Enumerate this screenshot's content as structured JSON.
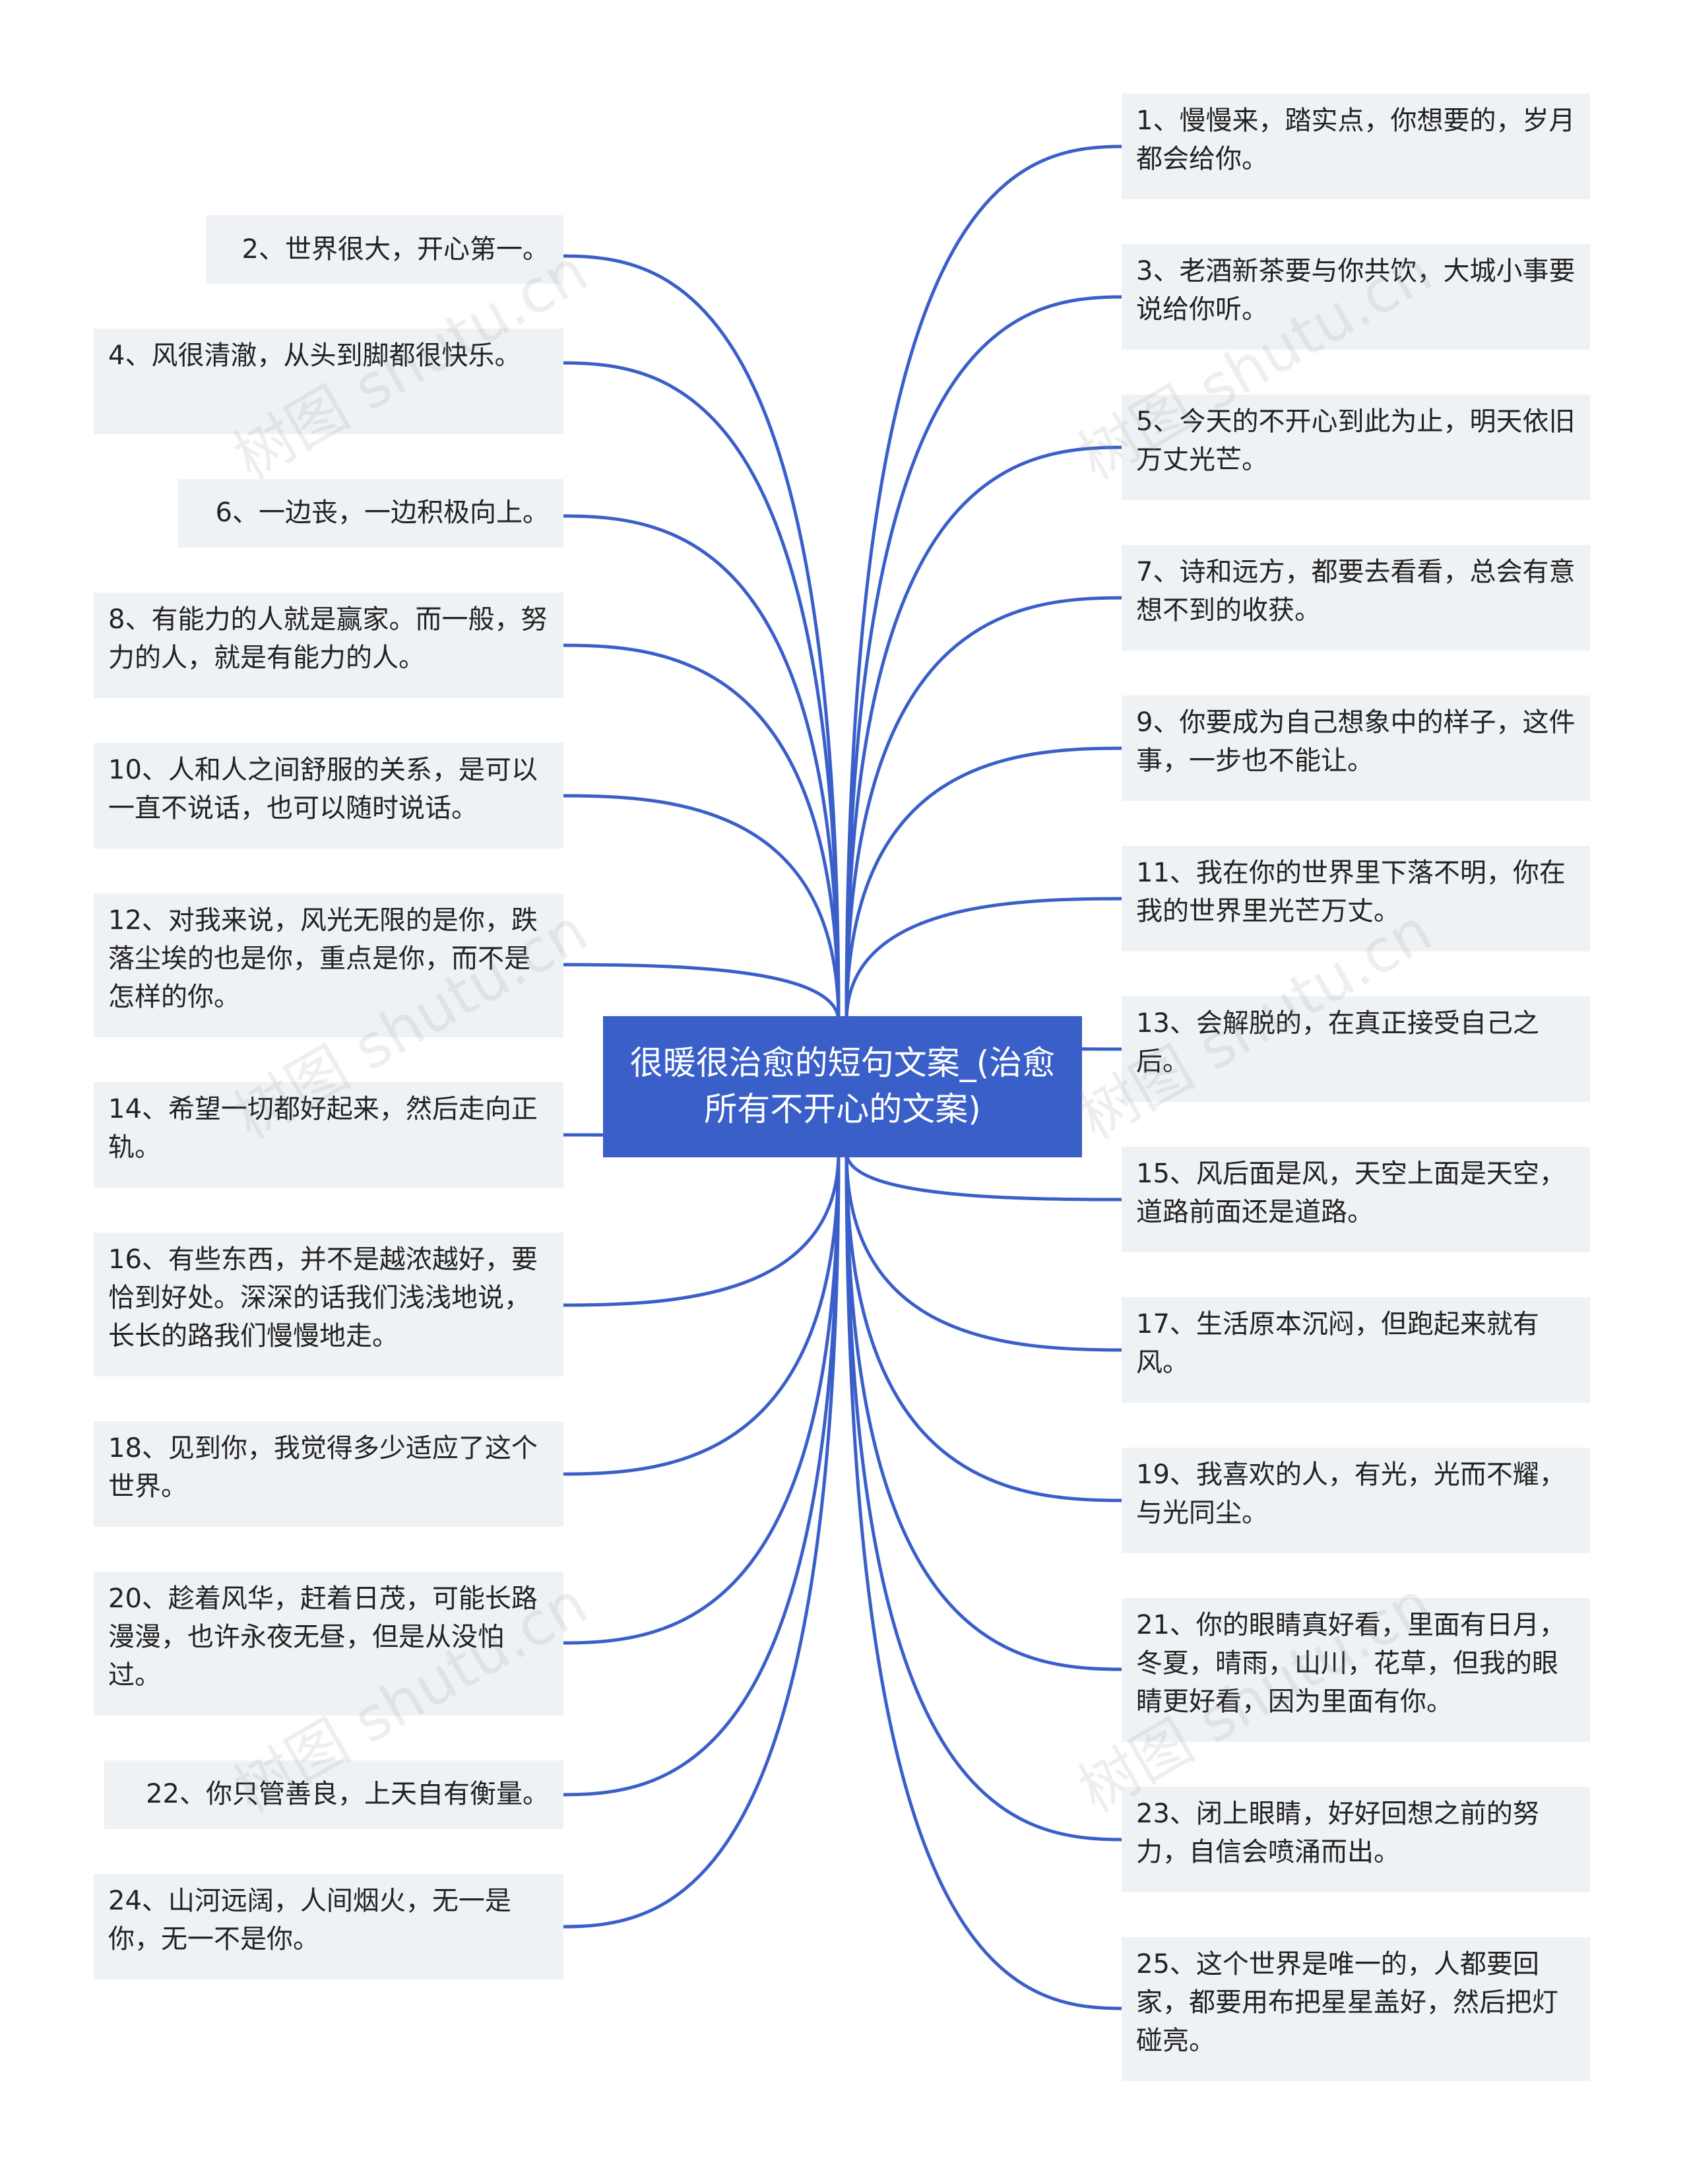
{
  "center": {
    "text": "很暖很治愈的短句文案_(治愈所有不开心的文案)"
  },
  "left_nodes": [
    {
      "label": "2、世界很大，开心第一。"
    },
    {
      "label": "4、风很清澈，从头到脚都很快乐。"
    },
    {
      "label": "6、一边丧，一边积极向上。"
    },
    {
      "label": "8、有能力的人就是赢家。而一般，努力的人，就是有能力的人。"
    },
    {
      "label": "10、人和人之间舒服的关系，是可以一直不说话，也可以随时说话。"
    },
    {
      "label": "12、对我来说，风光无限的是你，跌落尘埃的也是你，重点是你，而不是怎样的你。"
    },
    {
      "label": "14、希望一切都好起来，然后走向正轨。"
    },
    {
      "label": "16、有些东西，并不是越浓越好，要恰到好处。深深的话我们浅浅地说，长长的路我们慢慢地走。"
    },
    {
      "label": "18、见到你，我觉得多少适应了这个世界。"
    },
    {
      "label": "20、趁着风华，赶着日茂，可能长路漫漫，也许永夜无昼，但是从没怕过。"
    },
    {
      "label": "22、你只管善良，上天自有衡量。"
    },
    {
      "label": "24、山河远阔，人间烟火，无一是你，无一不是你。"
    }
  ],
  "right_nodes": [
    {
      "label": "1、慢慢来，踏实点，你想要的，岁月都会给你。"
    },
    {
      "label": "3、老酒新茶要与你共饮，大城小事要说给你听。"
    },
    {
      "label": "5、今天的不开心到此为止，明天依旧万丈光芒。"
    },
    {
      "label": "7、诗和远方，都要去看看，总会有意想不到的收获。"
    },
    {
      "label": "9、你要成为自己想象中的样子，这件事，一步也不能让。"
    },
    {
      "label": "11、我在你的世界里下落不明，你在我的世界里光芒万丈。"
    },
    {
      "label": "13、会解脱的，在真正接受自己之后。"
    },
    {
      "label": "15、风后面是风，天空上面是天空，道路前面还是道路。"
    },
    {
      "label": "17、生活原本沉闷，但跑起来就有风。"
    },
    {
      "label": "19、我喜欢的人，有光，光而不耀，与光同尘。"
    },
    {
      "label": "21、你的眼睛真好看，里面有日月，冬夏，晴雨，山川，花草，但我的眼睛更好看，因为里面有你。"
    },
    {
      "label": "23、闭上眼睛，好好回想之前的努力，自信会喷涌而出。"
    },
    {
      "label": "25、这个世界是唯一的，人都要回家，都要用布把星星盖好，然后把灯碰亮。"
    }
  ],
  "watermark": "树图 shutu.cn",
  "colors": {
    "edge": "#3a5fc9",
    "center_bg": "#3a5fc9",
    "node_bg": "#eff2f5"
  }
}
